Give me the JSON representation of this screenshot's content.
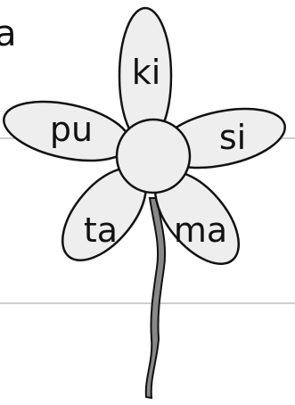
{
  "corner_fragment": "a",
  "petals": {
    "top": "ki",
    "left": "pu",
    "right": "si",
    "lower_left": "ta",
    "lower_right": "ma"
  },
  "colors": {
    "petal_fill": "#eeeeee",
    "outline": "#111111",
    "stem": "#888888",
    "rule": "#cfcfcf"
  }
}
